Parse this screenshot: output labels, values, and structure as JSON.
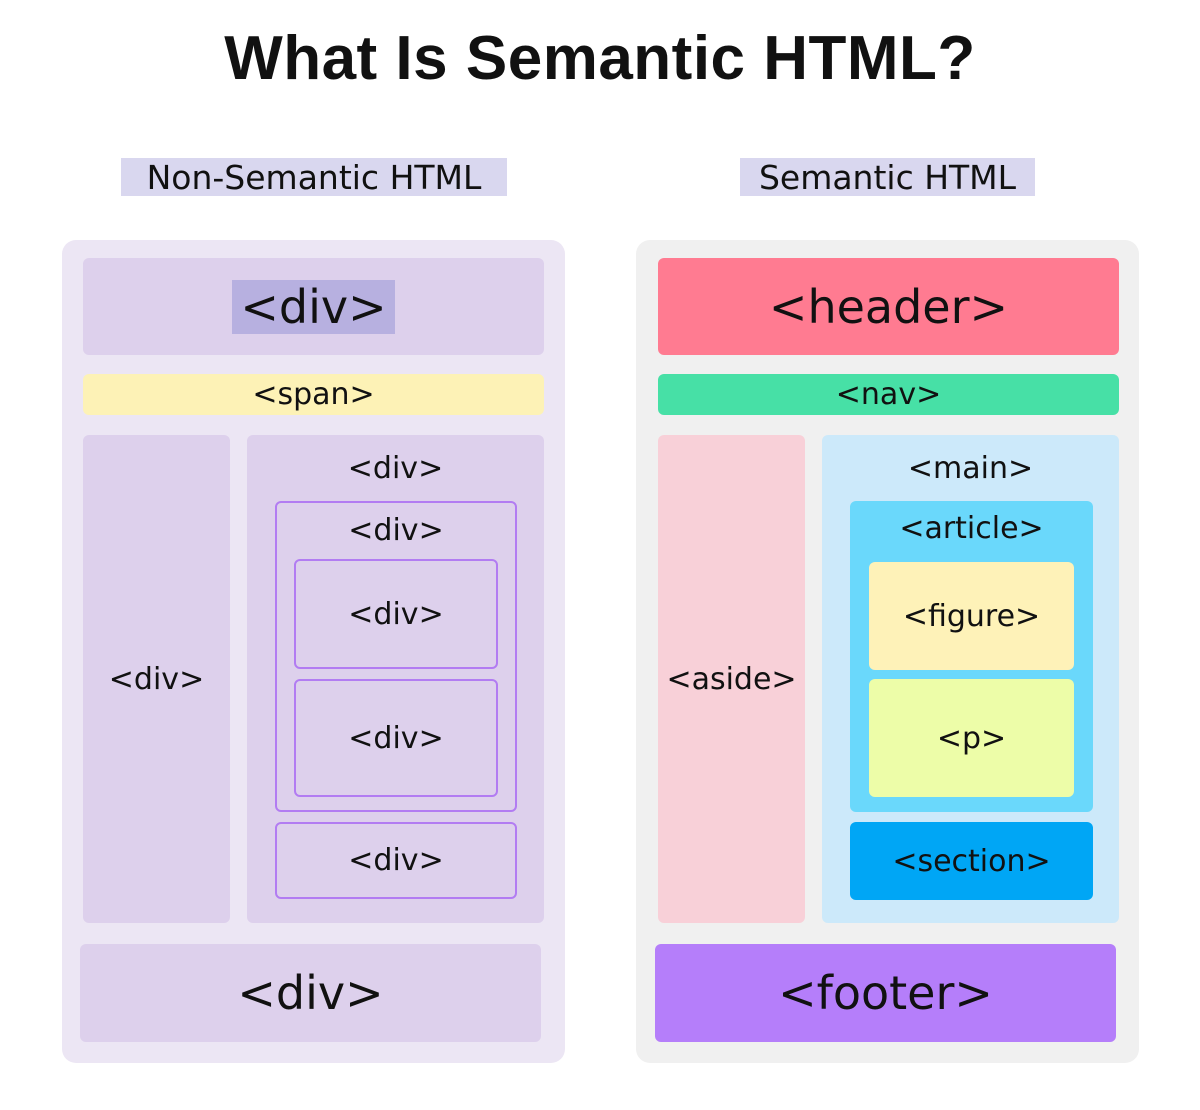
{
  "title": "What Is Semantic HTML?",
  "non_semantic": {
    "heading": "Non-Semantic HTML",
    "header_tag": "<div>",
    "span_tag": "<span>",
    "sidebar_tag": "<div>",
    "content_tag": "<div>",
    "inner_container_tag": "<div>",
    "inner_box_1_tag": "<div>",
    "inner_box_2_tag": "<div>",
    "lower_box_tag": "<div>",
    "footer_tag": "<div>"
  },
  "semantic": {
    "heading": "Semantic HTML",
    "header_tag": "<header>",
    "nav_tag": "<nav>",
    "aside_tag": "<aside>",
    "main_tag": "<main>",
    "article_tag": "<article>",
    "figure_tag": "<figure>",
    "p_tag": "<p>",
    "section_tag": "<section>",
    "footer_tag": "<footer>"
  },
  "colors": {
    "left_panel": "#ece6f4",
    "left_block": "#ddd0ec",
    "left_outline": "#b27cf2",
    "span": "#fdf2b6",
    "header": "#ff7b91",
    "nav": "#47e0a6",
    "aside": "#f8d0d8",
    "main": "#cce9fa",
    "article": "#6ad8fb",
    "figure": "#fef2b8",
    "p": "#edfda8",
    "section": "#00a6f5",
    "footer": "#b57efa"
  }
}
